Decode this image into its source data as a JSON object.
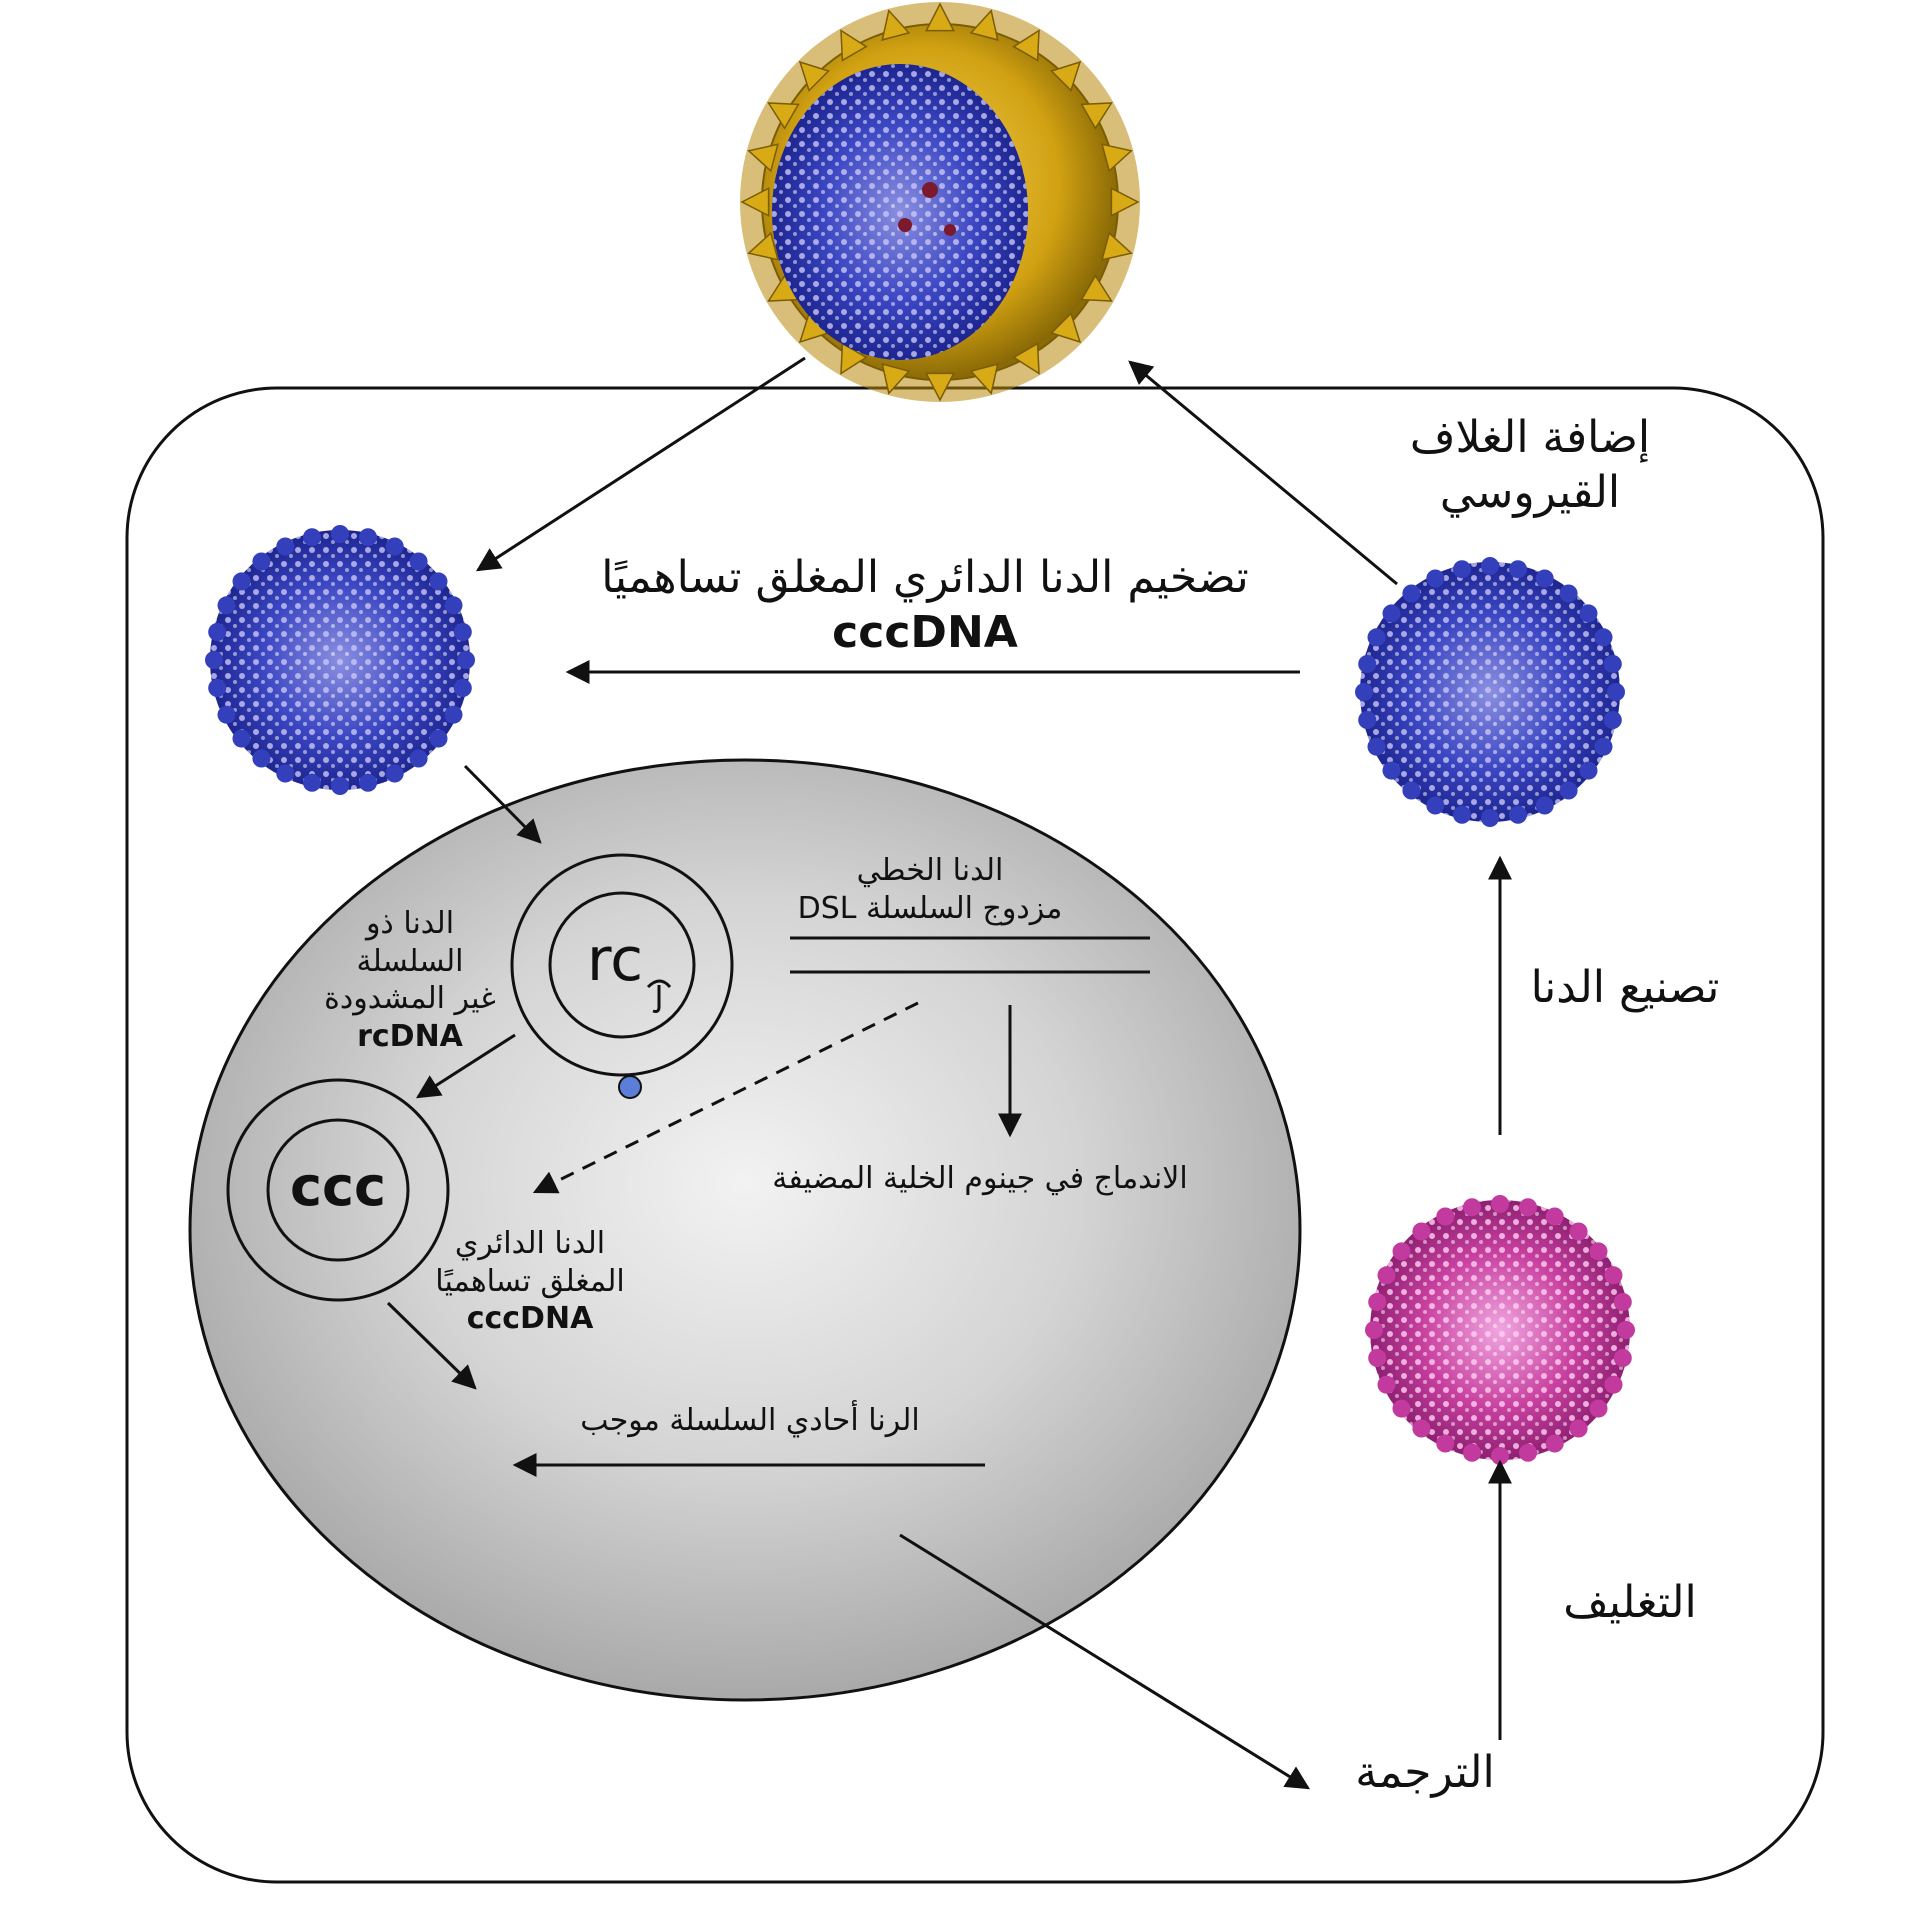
{
  "steps": {
    "envelopment": "إضافة الغلاف القيروسي",
    "amplification_title": "تضخيم الدنا الدائري المغلق تساهميًا",
    "amplification_sub": "cccDNA",
    "dna_synthesis": "تصنيع الدنا",
    "encapsidation": "التغليف",
    "translation": "الترجمة"
  },
  "nucleus": {
    "rcdna_line1": "الدنا ذو",
    "rcdna_line2": "السلسلة",
    "rcdna_line3": "غير المشدودة",
    "rcdna_abbr": "rcDNA",
    "rc_symbol": "rc",
    "ccc_symbol": "ccc",
    "cccdna_line1": "الدنا الدائري",
    "cccdna_line2": "المغلق تساهميًا",
    "cccdna_abbr": "cccDNA",
    "dsl_line1": "الدنا الخطي",
    "dsl_line2": "مزدوج السلسلة DSL",
    "integration": "الاندماج في جينوم الخلية المضيفة",
    "pgrna": "الرنا أحادي السلسلة موجب"
  },
  "colors": {
    "envelope_gold": "#d4a514",
    "capsid_blue": "#2f3fb8",
    "capsid_magenta": "#c0399e",
    "nucleus_gray": "#b9b9b9"
  }
}
